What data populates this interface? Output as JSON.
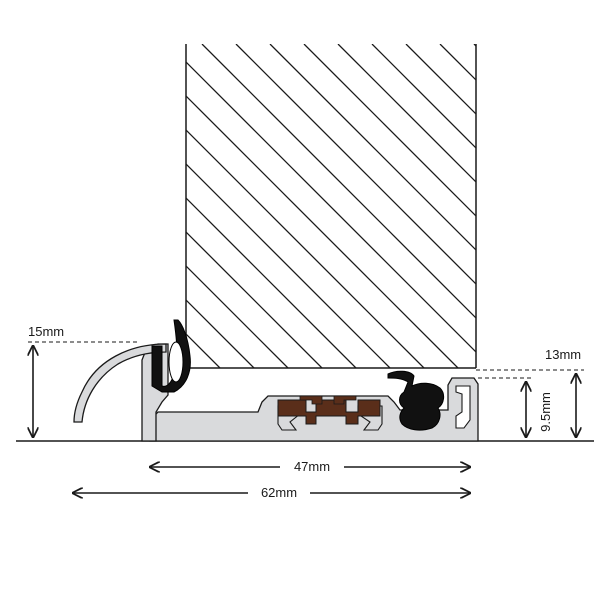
{
  "dimensions": {
    "height_left": "15mm",
    "height_right_outer": "13mm",
    "height_right_inner": "9.5mm",
    "width_inner": "47mm",
    "width_outer": "62mm"
  },
  "colors": {
    "aluminium_fill": "#d9dadc",
    "seal_fill": "#111111",
    "insert_fill": "#5a2e1a",
    "line": "#1a1a1a"
  }
}
